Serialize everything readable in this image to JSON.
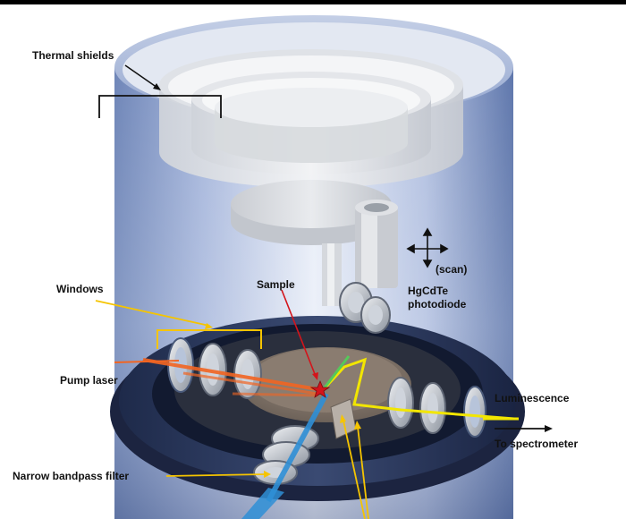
{
  "labels": {
    "thermal_shields": "Thermal shields",
    "windows": "Windows",
    "pump_laser": "Pump laser",
    "sample": "Sample",
    "scan": "(scan)",
    "hgcdte_line1": "HgCdTe",
    "hgcdte_line2": "photodiode",
    "luminescence": "Luminescence",
    "to_spectrometer": "To spectrometer",
    "narrow_bandpass_filter": "Narrow bandpass filter"
  },
  "colors": {
    "leader_yellow": "#f5c400",
    "pump_orange": "#f26522",
    "probe_blue": "#2f8fd6",
    "lum_yellow": "#f2e600",
    "sample_red": "#d4141b"
  }
}
